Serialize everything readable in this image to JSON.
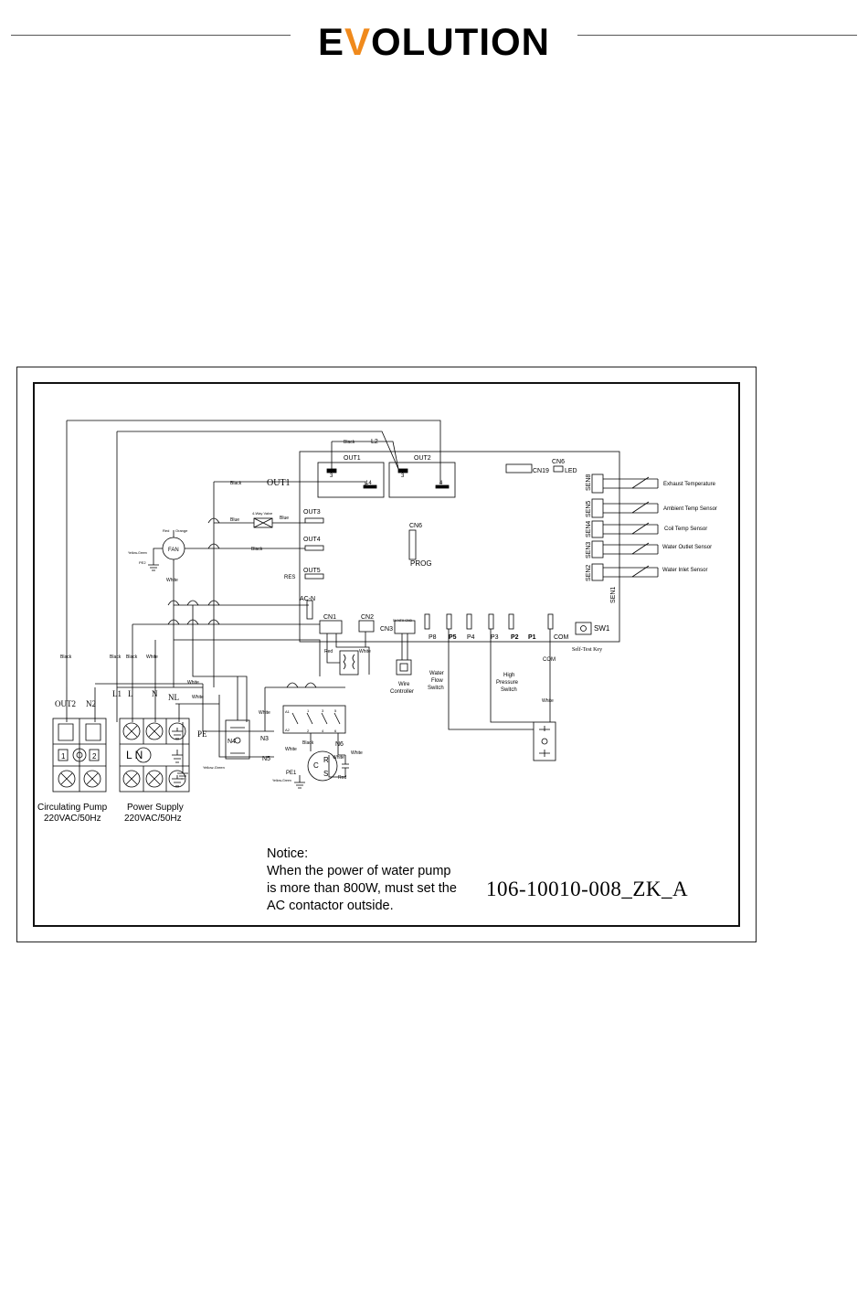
{
  "header": {
    "logo_prefix": "E",
    "logo_accent": "V",
    "logo_suffix": "OLUTION"
  },
  "board": {
    "outputs": {
      "out1": "OUT1",
      "out2": "OUT2",
      "out3": "OUT3",
      "out4": "OUT4",
      "out5": "OUT5",
      "res": "RES",
      "acn": "AC-N"
    },
    "pins": {
      "p3": "3",
      "p4": "4",
      "p14": "14"
    },
    "cn6_top": "CN6",
    "cn19": "CN19",
    "led": "LED",
    "cn6_mid": "CN6",
    "prog": "PROG",
    "cn1": "CN1",
    "cn2": "CN2",
    "cn3": "CN3",
    "cn3_pins": "5V  NTX  GND",
    "ports": [
      "P8",
      "P5",
      "P4",
      "P3",
      "P2",
      "P1",
      "COM"
    ],
    "sw1": "SW1",
    "self_test": "Self-Test Key",
    "sensor_ports": [
      "SEN8",
      "SEN5",
      "SEN4",
      "SEN3",
      "SEN2",
      "SEN1"
    ],
    "sensors": [
      "Exhaust Temperature",
      "Ambient Temp Sensor",
      "Coil Temp Sensor",
      "Water Outlet Sensor",
      "Water Inlet Sensor"
    ]
  },
  "wires": {
    "black": "Black",
    "white": "White",
    "blue": "Blue",
    "red": "Red",
    "l2": "L2",
    "valve": "4-Way Valve",
    "fan": "FAN",
    "yg": "Yellow-Green",
    "pe2": "PE2",
    "pe1": "PE1",
    "orange": "Orange",
    "red_small": "Red"
  },
  "components": {
    "water_flow": [
      "Water",
      "Flow",
      "Switch"
    ],
    "high_pressure": [
      "High",
      "Pressure",
      "Switch"
    ],
    "wire_controller": [
      "Wire",
      "Controller"
    ],
    "n3": "N3",
    "n4": "N4",
    "n5": "N5",
    "n6": "N6",
    "comp_c": "C",
    "comp_r": "R",
    "comp_s": "S",
    "com": "COM",
    "relay_labels": [
      "A1",
      "A2",
      "1",
      "3",
      "5",
      "2",
      "4",
      "6"
    ]
  },
  "terminals": {
    "out2": "OUT2",
    "n2": "N2",
    "t1": "1",
    "t2": "2",
    "l1": "L1",
    "l": "L",
    "n": "N",
    "nl": "NL",
    "pe": "PE",
    "lon": "L N",
    "pump_label": "Circulating Pump",
    "pump_rating": "220VAC/50Hz",
    "supply_label": "Power Supply",
    "supply_rating": "220VAC/50Hz"
  },
  "notice": {
    "title": "Notice:",
    "lines": [
      "When the power of water pump",
      "is more than 800W, must set the",
      "AC contactor outside."
    ]
  },
  "doc_id": "106-10010-008_ZK_A"
}
